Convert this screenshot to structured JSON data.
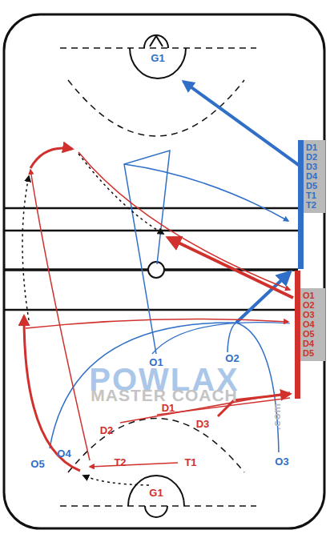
{
  "diagram": {
    "nodes": [
      {
        "text": [
          "G1"
        ]
      },
      {
        "text": [
          "D1",
          "D2",
          "D3",
          "D4",
          "D5",
          "T1",
          "T2"
        ]
      },
      {
        "text": [
          "O1",
          "O2",
          "O3",
          "O4",
          "O5",
          "D4",
          "D5"
        ]
      },
      {
        "text": [
          "G1"
        ]
      }
    ],
    "edges": [
      {
        "from": 1,
        "to": 0,
        "arrow": "to"
      }
    ],
    "labels": [
      "O1",
      "O2",
      "O3",
      "O4",
      "O5",
      "D1",
      "D2",
      "D3",
      "T2",
      "T1",
      "POWLAX",
      "MASTER COACH",
      ".com"
    ]
  }
}
